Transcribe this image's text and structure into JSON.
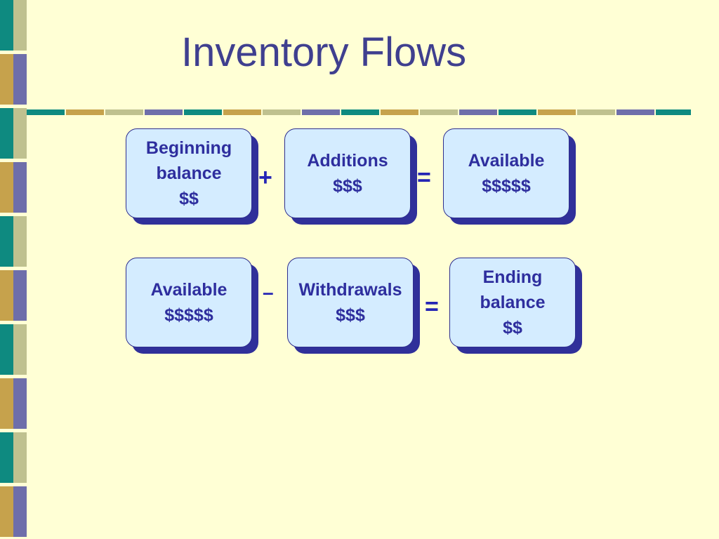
{
  "slide": {
    "title": "Inventory Flows",
    "palette": {
      "background": "#FFFFD5",
      "teal": "#0E8A80",
      "gold": "#C6A24C",
      "sage": "#BFC18F",
      "violet": "#6E6EAA",
      "box_fill": "#D4ECFF",
      "box_text": "#2E2E9E",
      "box_shadow": "#30309A",
      "operator": "#2525B5"
    }
  },
  "equations": [
    {
      "terms": [
        {
          "lines": [
            "Beginning",
            "balance",
            "$$"
          ]
        },
        {
          "lines": [
            "Additions",
            "$$$"
          ]
        },
        {
          "lines": [
            "Available",
            "$$$$$"
          ]
        }
      ],
      "operators": [
        "+",
        "="
      ]
    },
    {
      "terms": [
        {
          "lines": [
            "Available",
            "$$$$$"
          ]
        },
        {
          "lines": [
            "Withdrawals",
            "$$$"
          ]
        },
        {
          "lines": [
            "Ending",
            "balance",
            "$$"
          ]
        }
      ],
      "operators": [
        "–",
        "="
      ]
    }
  ]
}
